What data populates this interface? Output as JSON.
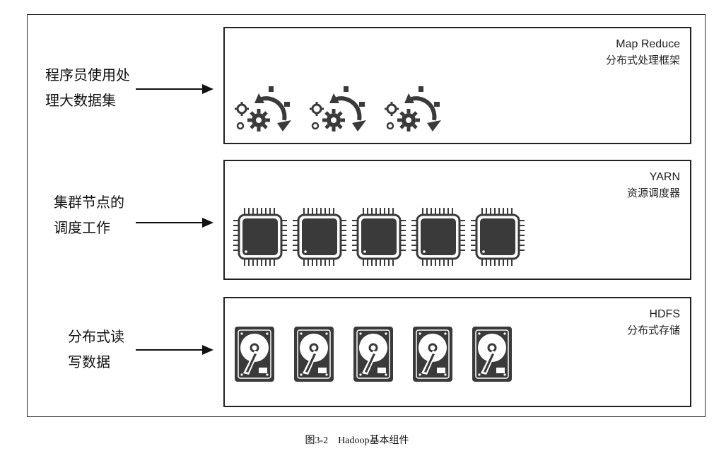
{
  "layers": [
    {
      "name": "Map Reduce",
      "subtitle": "分布式处理框架",
      "description": [
        "程序员使用处",
        "理大数据集"
      ],
      "icon": "gear-cycle-icon",
      "icon_count": 3
    },
    {
      "name": "YARN",
      "subtitle": "资源调度器",
      "description": [
        "集群节点的",
        "调度工作"
      ],
      "icon": "cpu-chip-icon",
      "icon_count": 5
    },
    {
      "name": "HDFS",
      "subtitle": "分布式存储",
      "description": [
        "分布式读",
        "写数据"
      ],
      "icon": "hard-disk-icon",
      "icon_count": 5
    }
  ],
  "caption": "图3-2　Hadoop基本组件",
  "colors": {
    "line": "#222222",
    "icon_fill": "#3a3a3a",
    "background": "#ffffff"
  }
}
